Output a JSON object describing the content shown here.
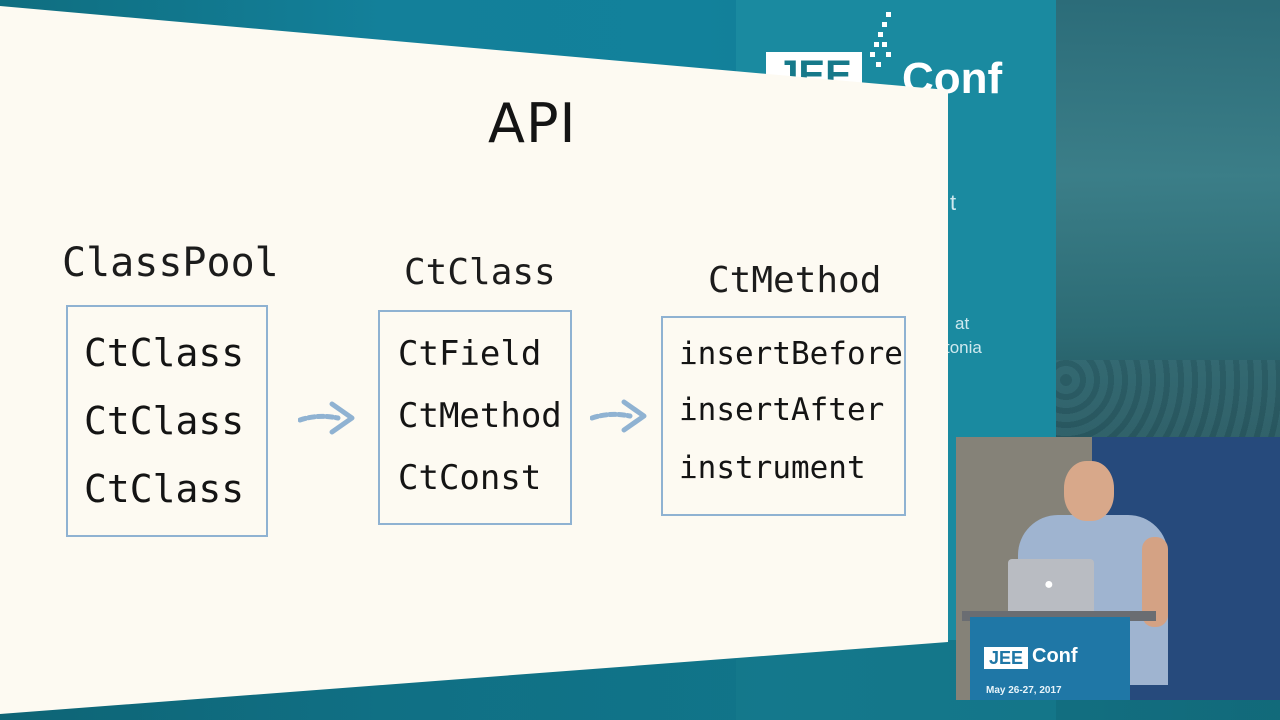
{
  "slide": {
    "title": "API",
    "columns": [
      {
        "title": "ClassPool",
        "items": [
          "CtClass",
          "CtClass",
          "CtClass"
        ]
      },
      {
        "title": "CtClass",
        "items": [
          "CtField",
          "CtMethod",
          "CtConst"
        ]
      },
      {
        "title": "CtMethod",
        "items": [
          "insertBefore",
          "insertAfter",
          "instrument"
        ]
      }
    ],
    "arrow_icon": "arrow-right-icon",
    "box_border_color": "#8fb2d2"
  },
  "conference": {
    "logo_jee": "JEE",
    "logo_conf": "Conf",
    "side_text_1": "t",
    "side_text_2": "at",
    "side_text_3": "tonia",
    "brand_color": "#16798a"
  },
  "speaker_inset": {
    "podium_logo_jee": "JEE",
    "podium_logo_conf": "Conf",
    "podium_date": "May 26-27, 2017"
  }
}
